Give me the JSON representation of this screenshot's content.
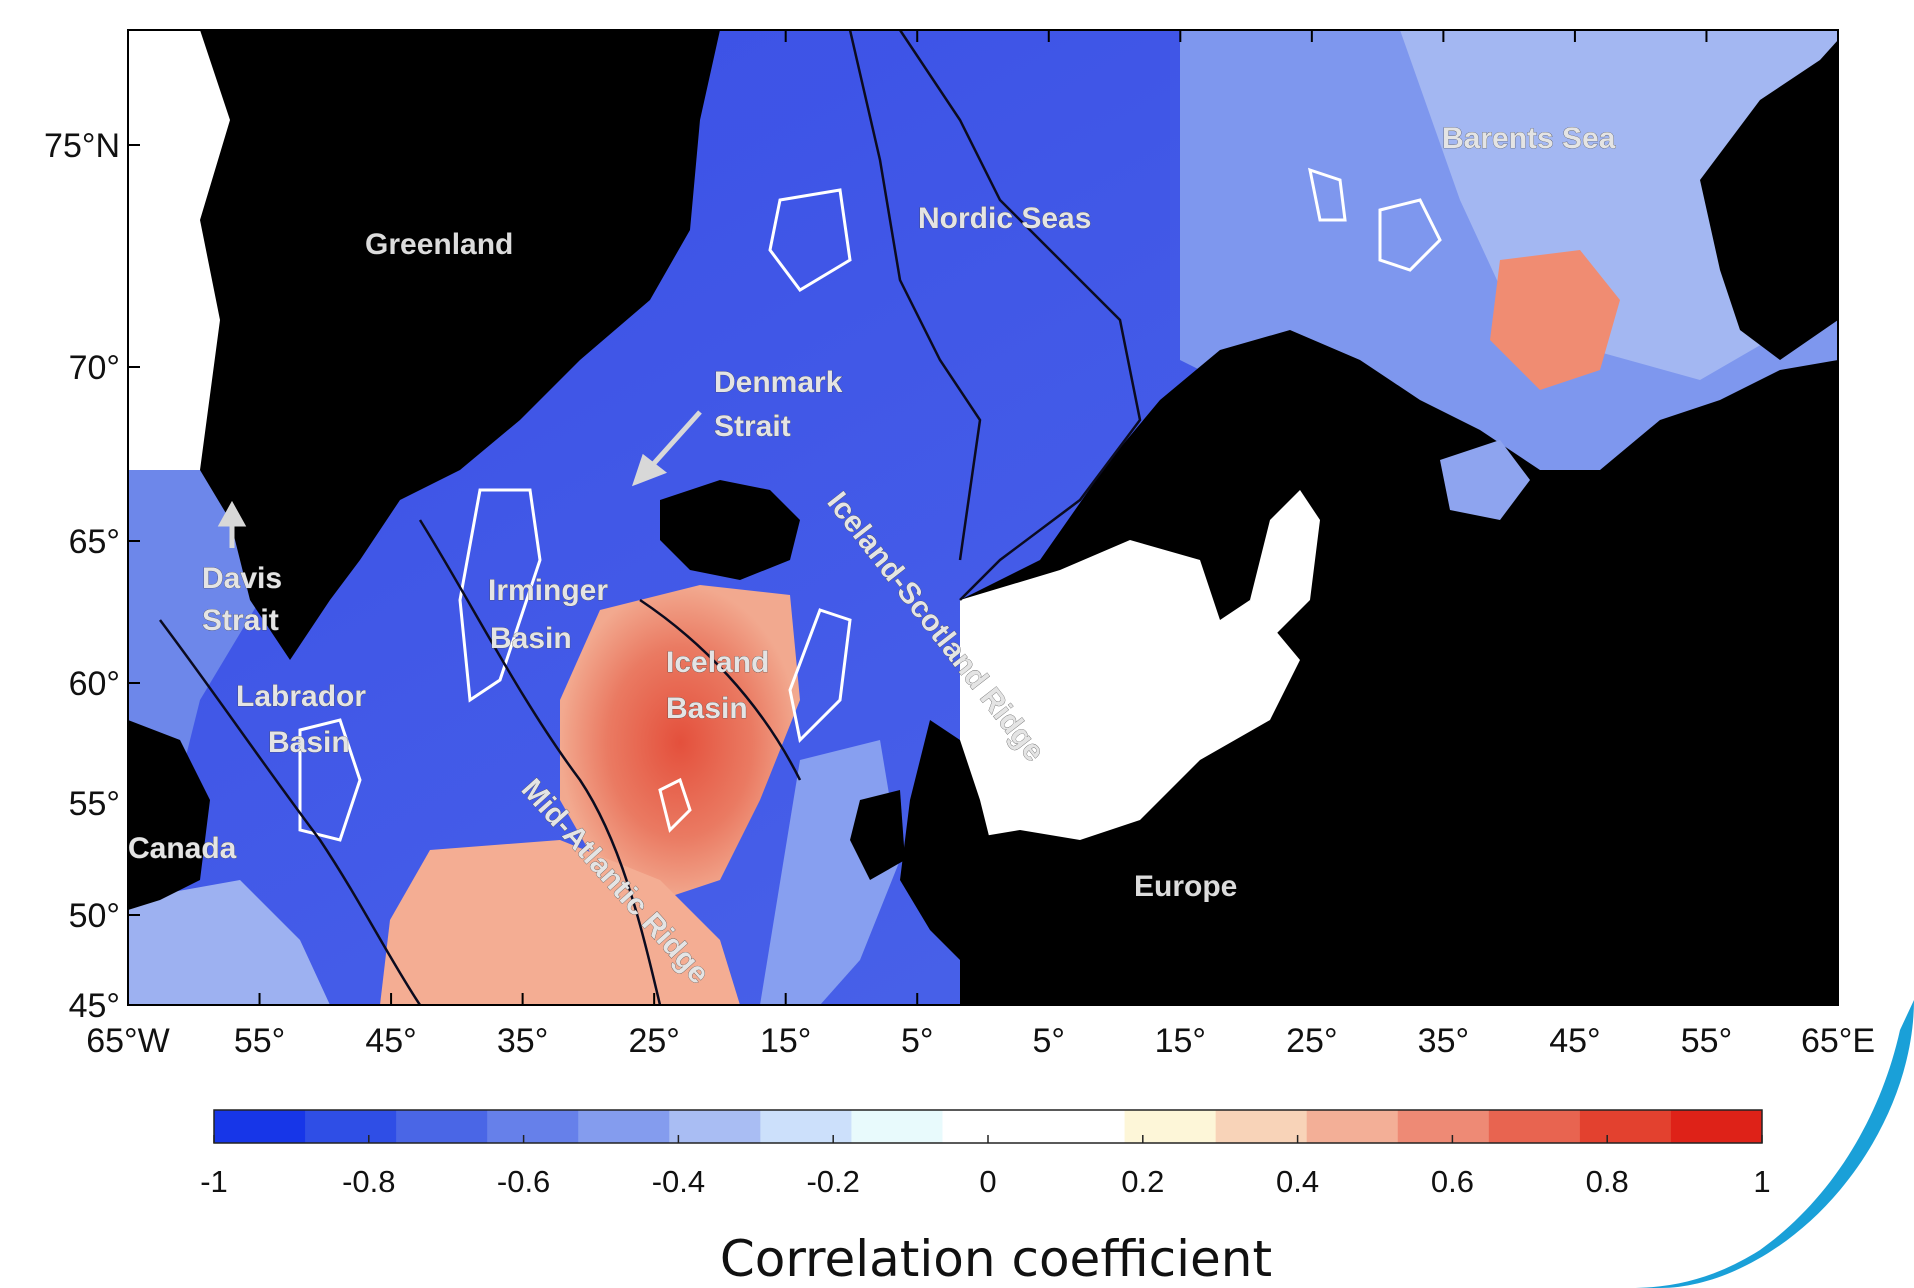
{
  "map": {
    "lon_ticks": [
      "65°W",
      "55°",
      "45°",
      "35°",
      "25°",
      "15°",
      "5°",
      "5°",
      "15°",
      "25°",
      "35°",
      "45°",
      "55°",
      "65°E"
    ],
    "lat_ticks": [
      "75°N",
      "70°",
      "65°",
      "60°",
      "55°",
      "50°",
      "45°"
    ],
    "place_labels": [
      {
        "key": "greenland",
        "text": "Greenland"
      },
      {
        "key": "nordic_seas",
        "text": "Nordic Seas"
      },
      {
        "key": "barents_sea",
        "text": "Barents Sea"
      },
      {
        "key": "denmark_strait_1",
        "text": "Denmark"
      },
      {
        "key": "denmark_strait_2",
        "text": "Strait"
      },
      {
        "key": "davis_strait_1",
        "text": "Davis"
      },
      {
        "key": "davis_strait_2",
        "text": "Strait"
      },
      {
        "key": "irminger_1",
        "text": "Irminger"
      },
      {
        "key": "irminger_2",
        "text": "Basin"
      },
      {
        "key": "iceland_basin_1",
        "text": "Iceland"
      },
      {
        "key": "iceland_basin_2",
        "text": "Basin"
      },
      {
        "key": "labrador_1",
        "text": "Labrador"
      },
      {
        "key": "labrador_2",
        "text": "Basin"
      },
      {
        "key": "canada",
        "text": "Canada"
      },
      {
        "key": "europe",
        "text": "Europe"
      },
      {
        "key": "iceland_scotland_ridge",
        "text": "Iceland-Scotland Ridge"
      },
      {
        "key": "mid_atlantic_ridge",
        "text": "Mid-Atlantic Ridge"
      }
    ],
    "colors": {
      "land": "#000000",
      "positive": "#e8503a",
      "negative": "#2c3ae6",
      "neutral": "#ffffff"
    }
  },
  "colorbar": {
    "labels": [
      "-1",
      "-0.8",
      "-0.6",
      "-0.4",
      "-0.2",
      "0",
      "0.2",
      "0.4",
      "0.6",
      "0.8",
      "1"
    ],
    "colors": [
      "#1736e8",
      "#2f4ee6",
      "#4a66e6",
      "#6680ea",
      "#849cee",
      "#a9bdf3",
      "#cce0fb",
      "#e8fafc",
      "#ffffff",
      "#ffffff",
      "#fdf6d8",
      "#f8d3b8",
      "#f3af97",
      "#ee8a75",
      "#e86450",
      "#e3412f",
      "#de2218"
    ],
    "title": "Correlation coefficient"
  }
}
